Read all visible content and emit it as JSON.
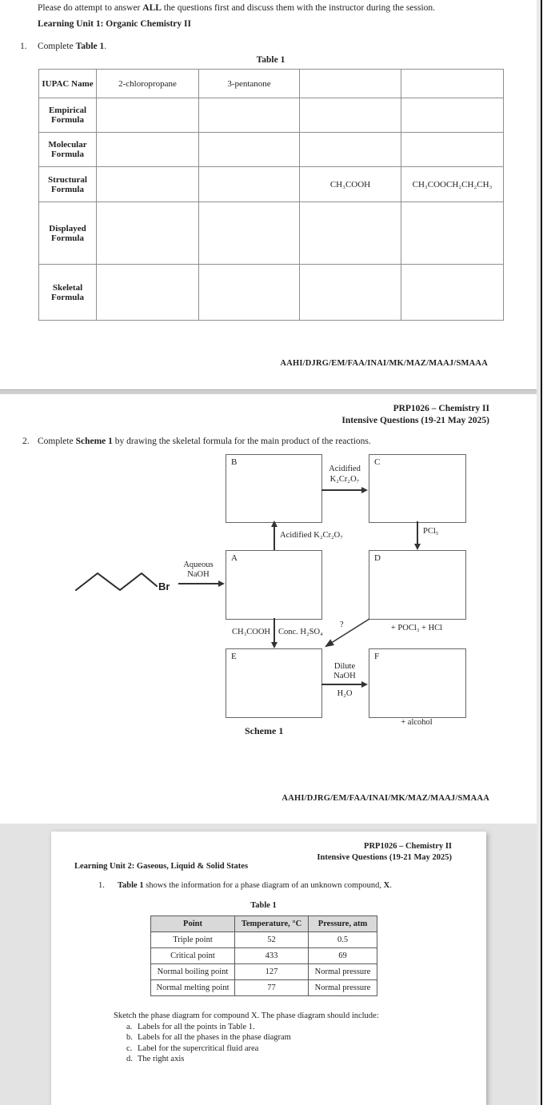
{
  "page1": {
    "intro": {
      "pre": "Please do attempt to answer ",
      "bold": "ALL",
      "post": " the questions first and discuss them with the instructor during the session."
    },
    "unit_title": "Learning Unit 1: Organic Chemistry II",
    "question": {
      "num": "1.",
      "pre": "Complete ",
      "bold": "Table 1",
      "post": "."
    },
    "table_title": "Table 1",
    "table": {
      "row_headers": [
        "IUPAC Name",
        "Empirical Formula",
        "Molecular Formula",
        "Structural Formula",
        "Displayed Formula",
        "Skeletal Formula"
      ],
      "iupac_cells": [
        "2-chloropropane",
        "3-pentanone",
        "",
        ""
      ],
      "structural_cells": [
        "",
        "",
        "CH₃COOH",
        "CH₃COOCH₂CH₂CH₃"
      ]
    },
    "footer": "AAHI/DJRG/EM/FAA/INAI/MK/MAZ/MAAJ/SMAAA"
  },
  "page2": {
    "header_line1": "PRP1026 – Chemistry II",
    "header_line2": "Intensive Questions (19-21 May 2025)",
    "question": {
      "num": "2.",
      "pre": "Complete ",
      "bold": "Scheme 1",
      "post": " by drawing the skeletal formula for the main product of the reactions."
    },
    "scheme": {
      "boxes": {
        "a": "A",
        "b": "B",
        "c": "C",
        "d": "D",
        "e": "E",
        "f": "F"
      },
      "start_label": "Br",
      "reagent_start_line1": "Aqueous",
      "reagent_start_line2": "NaOH",
      "reagent_a_to_b": "Acidified K₂Cr₂O₇",
      "reagent_b_to_c_line1": "Acidified",
      "reagent_b_to_c_line2": "K₂Cr₂O₇",
      "reagent_c_to_d": "PCl₅",
      "reagent_a_to_e_left": "CH₃COOH",
      "reagent_a_to_e_right": "Conc. H₂SO₄",
      "reagent_d_to_e": "?",
      "byproduct_d": "+ POCl₃ + HCl",
      "reagent_e_to_f_line1": "Dilute",
      "reagent_e_to_f_line2": "NaOH",
      "reagent_e_to_f_line3": "H₂O",
      "byproduct_f": "+ alcohol",
      "caption": "Scheme 1"
    },
    "footer": "AAHI/DJRG/EM/FAA/INAI/MK/MAZ/MAAJ/SMAAA"
  },
  "page3": {
    "header_line1": "PRP1026 – Chemistry II",
    "header_line2": "Intensive Questions (19-21 May 2025)",
    "unit_title": "Learning Unit 2: Gaseous, Liquid & Solid States",
    "question": {
      "num": "1.",
      "bold1": "Table 1",
      "mid": " shows the information for a phase diagram of an unknown compound, ",
      "bold2": "X",
      "end": "."
    },
    "table_title": "Table 1",
    "table": {
      "headers": [
        "Point",
        "Temperature, °C",
        "Pressure, atm"
      ],
      "rows": [
        [
          "Triple point",
          "52",
          "0.5"
        ],
        [
          "Critical point",
          "433",
          "69"
        ],
        [
          "Normal boiling point",
          "127",
          "Normal pressure"
        ],
        [
          "Normal melting point",
          "77",
          "Normal pressure"
        ]
      ]
    },
    "sketch_text": "Sketch the phase diagram for compound X. The phase diagram should include:",
    "items": [
      {
        "label": "a.",
        "text": "Labels for all the points in Table 1."
      },
      {
        "label": "b.",
        "text": "Labels for all the phases in the phase diagram"
      },
      {
        "label": "c.",
        "text": "Label for the supercritical fluid area"
      },
      {
        "label": "d.",
        "text": "The right axis"
      }
    ]
  },
  "colors": {
    "page_bg": "#ffffff",
    "desk_bg": "#e3e3e3",
    "table_header_bg": "#d9d9d9",
    "line": "#333333"
  }
}
